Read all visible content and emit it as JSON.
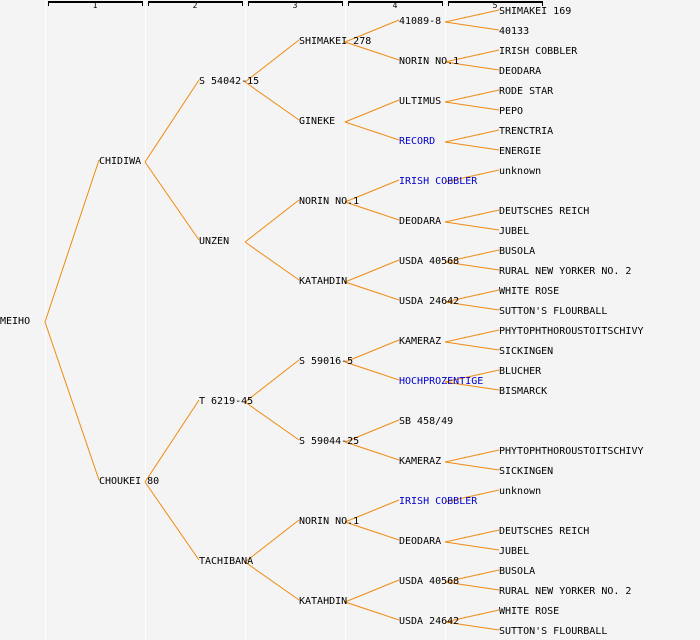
{
  "colors": {
    "background": "#f4f4f4",
    "edge": "#f08a10",
    "link_text": "#0000cc",
    "text": "#000000"
  },
  "generation_headers": [
    "1",
    "2",
    "3",
    "4",
    "5"
  ],
  "tree": {
    "label": "MEIHO",
    "row": 15.5,
    "children": [
      {
        "label": "CHIDIWA",
        "row": 7.5,
        "children": [
          {
            "label": "S 54042-15",
            "row": 3.5,
            "children": [
              {
                "label": "SHIMAKEI 278",
                "row": 1.5,
                "children": [
                  {
                    "label": "41089-8",
                    "row": 0.5,
                    "children": [
                      {
                        "label": "SHIMAKEI 169",
                        "row": 0
                      },
                      {
                        "label": "40133",
                        "row": 1
                      }
                    ]
                  },
                  {
                    "label": "NORIN NO.1",
                    "row": 2.5,
                    "children": [
                      {
                        "label": "IRISH COBBLER",
                        "row": 2
                      },
                      {
                        "label": "DEODARA",
                        "row": 3
                      }
                    ]
                  }
                ]
              },
              {
                "label": "GINEKE",
                "row": 5.5,
                "children": [
                  {
                    "label": "ULTIMUS",
                    "row": 4.5,
                    "children": [
                      {
                        "label": "RODE STAR",
                        "row": 4
                      },
                      {
                        "label": "PEPO",
                        "row": 5
                      }
                    ]
                  },
                  {
                    "label": "RECORD",
                    "row": 6.5,
                    "link": true,
                    "children": [
                      {
                        "label": "TRENCTRIA",
                        "row": 6
                      },
                      {
                        "label": "ENERGIE",
                        "row": 7
                      }
                    ]
                  }
                ]
              }
            ]
          },
          {
            "label": "UNZEN",
            "row": 11.5,
            "children": [
              {
                "label": "NORIN NO.1",
                "row": 9.5,
                "children": [
                  {
                    "label": "IRISH COBBLER",
                    "row": 8.5,
                    "link": true,
                    "children": [
                      {
                        "label": "unknown",
                        "row": 8
                      }
                    ]
                  },
                  {
                    "label": "DEODARA",
                    "row": 10.5,
                    "children": [
                      {
                        "label": "DEUTSCHES REICH",
                        "row": 10
                      },
                      {
                        "label": "JUBEL",
                        "row": 11
                      }
                    ]
                  }
                ]
              },
              {
                "label": "KATAHDIN",
                "row": 13.5,
                "children": [
                  {
                    "label": "USDA 40568",
                    "row": 12.5,
                    "children": [
                      {
                        "label": "BUSOLA",
                        "row": 12
                      },
                      {
                        "label": "RURAL NEW YORKER NO. 2",
                        "row": 13
                      }
                    ]
                  },
                  {
                    "label": "USDA 24642",
                    "row": 14.5,
                    "children": [
                      {
                        "label": "WHITE ROSE",
                        "row": 14
                      },
                      {
                        "label": "SUTTON'S FLOURBALL",
                        "row": 15
                      }
                    ]
                  }
                ]
              }
            ]
          }
        ]
      },
      {
        "label": "CHOUKEI 80",
        "row": 23.5,
        "children": [
          {
            "label": "T 6219-45",
            "row": 19.5,
            "children": [
              {
                "label": "S 59016-5",
                "row": 17.5,
                "children": [
                  {
                    "label": "KAMERAZ",
                    "row": 16.5,
                    "children": [
                      {
                        "label": "PHYTOPHTHOROUSTOITSCHIVY",
                        "row": 16
                      },
                      {
                        "label": "SICKINGEN",
                        "row": 17
                      }
                    ]
                  },
                  {
                    "label": "HOCHPROZENTIGE",
                    "row": 18.5,
                    "link": true,
                    "children": [
                      {
                        "label": "BLUCHER",
                        "row": 18
                      },
                      {
                        "label": "BISMARCK",
                        "row": 19
                      }
                    ]
                  }
                ]
              },
              {
                "label": "S 59044-25",
                "row": 21.5,
                "children": [
                  {
                    "label": "SB 458/49",
                    "row": 20.5
                  },
                  {
                    "label": "KAMERAZ",
                    "row": 22.5,
                    "children": [
                      {
                        "label": "PHYTOPHTHOROUSTOITSCHIVY",
                        "row": 22
                      },
                      {
                        "label": "SICKINGEN",
                        "row": 23
                      }
                    ]
                  }
                ]
              }
            ]
          },
          {
            "label": "TACHIBANA",
            "row": 27.5,
            "children": [
              {
                "label": "NORIN NO.1",
                "row": 25.5,
                "children": [
                  {
                    "label": "IRISH COBBLER",
                    "row": 24.5,
                    "link": true,
                    "children": [
                      {
                        "label": "unknown",
                        "row": 24
                      }
                    ]
                  },
                  {
                    "label": "DEODARA",
                    "row": 26.5,
                    "children": [
                      {
                        "label": "DEUTSCHES REICH",
                        "row": 26
                      },
                      {
                        "label": "JUBEL",
                        "row": 27
                      }
                    ]
                  }
                ]
              },
              {
                "label": "KATAHDIN",
                "row": 29.5,
                "children": [
                  {
                    "label": "USDA 40568",
                    "row": 28.5,
                    "children": [
                      {
                        "label": "BUSOLA",
                        "row": 28
                      },
                      {
                        "label": "RURAL NEW YORKER NO. 2",
                        "row": 29
                      }
                    ]
                  },
                  {
                    "label": "USDA 24642",
                    "row": 30.5,
                    "children": [
                      {
                        "label": "WHITE ROSE",
                        "row": 30
                      },
                      {
                        "label": "SUTTON'S FLOURBALL",
                        "row": 31
                      }
                    ]
                  }
                ]
              }
            ]
          }
        ]
      }
    ]
  }
}
